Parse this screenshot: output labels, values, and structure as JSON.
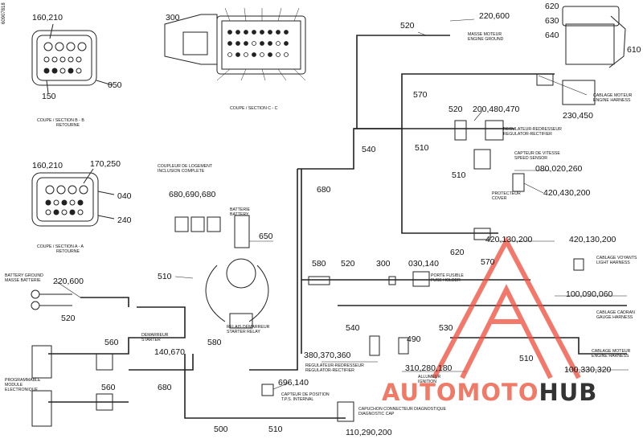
{
  "drawing_ref": "60907818",
  "callouts": {
    "c160_210_top": "160,210",
    "c050": "050",
    "c150": "150",
    "c300": "300",
    "c520_top": "520",
    "c220_600_top": "220,600",
    "c620": "620",
    "c630": "630",
    "c640": "640",
    "c610": "610",
    "c570_top": "570",
    "c230_450": "230,450",
    "c520_mid": "520",
    "c200_480_470": "200,480,470",
    "c540_top": "540",
    "c510_top": "510",
    "c510_mid": "510",
    "c080_020_260": "080,020,260",
    "c420_430_200_top": "420,430,200",
    "c160_210_mid": "160,210",
    "c170_250": "170,250",
    "c040": "040",
    "c240": "240",
    "c680_top": "680",
    "c680_690_680": "680,690,680",
    "c650": "650",
    "c510_left": "510",
    "c220_600_left": "220,600",
    "c520_left": "520",
    "c620_mid": "620",
    "c420_130_200": "420,130,200",
    "c420_130_200_r": "420,130,200",
    "c580_mid": "580",
    "c520_center": "520",
    "c300_center": "300",
    "c030_140": "030,140",
    "c570_right": "570",
    "c100_090_060": "100,090,060",
    "c540_low": "540",
    "c490": "490",
    "c530": "530",
    "c510_low": "510",
    "c100_330_320": "100,330,320",
    "c140_670": "140,670",
    "c560_top": "560",
    "c560_low": "560",
    "c580_low": "580",
    "c680_low": "680",
    "c380_370_360": "380,370,360",
    "c310_280_180": "310,280,180",
    "c696_140": "696,140",
    "c500": "500",
    "c510_bottom": "510",
    "c110_290_200": "110,290,200"
  },
  "captions": {
    "section_b": "COUPE / SECTION B - B",
    "section_b_sub": "RETOURNE",
    "section_c": "COUPE / SECTION C - C",
    "section_a": "COUPE / SECTION A - A",
    "section_a_sub": "RETOURNE",
    "masse_moteur_1": "MASSE MOTEUR",
    "masse_moteur_2": "ENGINE GROUND",
    "harness_1": "CABLAGE MOTEUR",
    "harness_2": "ENGINE HARNESS",
    "regulator_1": "REGULATEUR-REDRESSEUR",
    "regulator_2": "REGULATOR-RECTIFIER",
    "speed_sensor_1": "CAPTEUR DE VITESSE",
    "speed_sensor_2": "SPEED SENSOR",
    "protect_cover_1": "PROTECTEUR",
    "protect_cover_2": "COVER",
    "coupleur_1": "COUPLEUR DE LOGEMENT",
    "coupleur_2": "INCLUSION COMPLETE",
    "battery_1": "BATTERIE",
    "battery_2": "BATTERY",
    "battery_ground_1": "BATTERY GROUND",
    "battery_ground_2": "MASSE BATTERIE",
    "starter_relay_1": "RELAIS DEMARREUR",
    "starter_relay_2": "STARTER RELAY",
    "starter_1": "DEMARREUR",
    "starter_2": "STARTER",
    "fusible_1": "PORTE FUSIBLE",
    "fusible_2": "FUSE HOLDER",
    "ecm_1": "PROGRAMMABLE",
    "ecm_2": "MODULE",
    "ecm_3": "ELECTRONIQUE",
    "moteur_1": "CABLAGE MOTEUR",
    "moteur_2": "ENGINE HARNESS",
    "cadran_1": "CABLAGE CADRAN",
    "cadran_2": "GAUGE HARNESS",
    "voyant_1": "CABLAGE VOYANTS",
    "voyant_2": "LIGHT HARNESS",
    "regulator_low_1": "REGULATEUR-REDRESSEUR",
    "regulator_low_2": "REGULATOR-RECTIFIER",
    "tps_1": "CAPTEUR DE POSITION",
    "tps_2": "T.P.S. INTERNAL",
    "cap_1": "CAPUCHON CONNECTEUR DIAGNOSTIQUE",
    "cap_2": "DIAGNOSTIC CAP",
    "ignition_1": "ALLUMEUR",
    "ignition_2": "IGNITION"
  },
  "logo": {
    "part1": "AUTOMOTO",
    "part2": "HUB",
    "accent_color": "#ef7a68",
    "dark_color": "#333333"
  }
}
